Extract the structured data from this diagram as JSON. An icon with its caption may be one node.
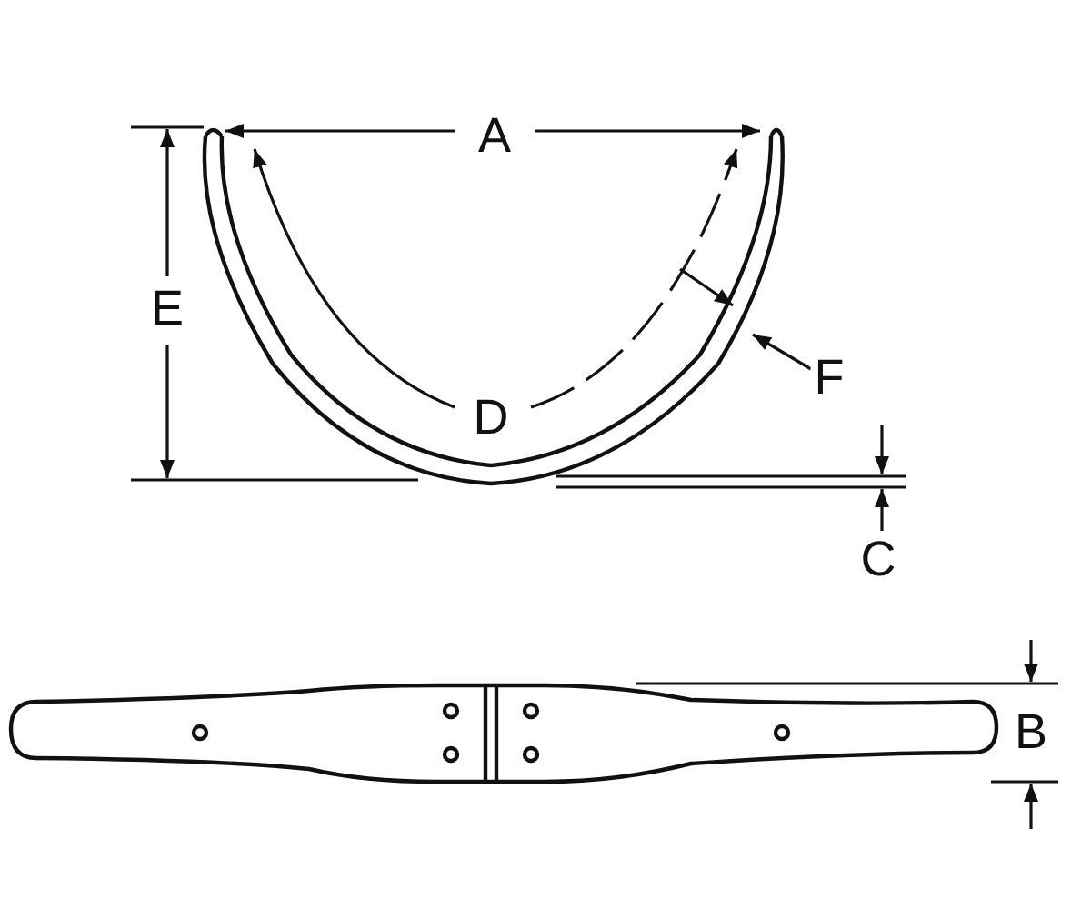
{
  "diagram": {
    "labels": [
      "A",
      "E",
      "D",
      "F",
      "C",
      "B"
    ]
  }
}
